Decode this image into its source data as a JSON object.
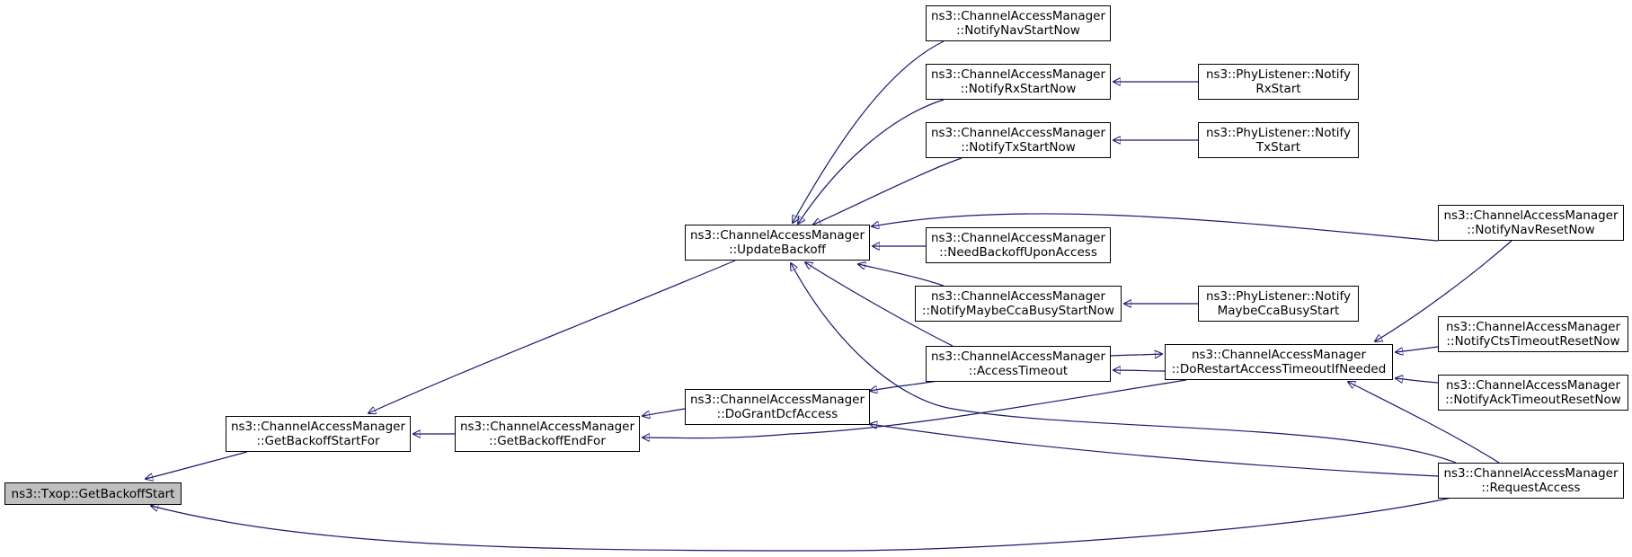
{
  "diagram": {
    "title": "",
    "edge_color": "#191970",
    "root_fill": "#bfbfbf",
    "nodes": [
      {
        "id": "n0",
        "lines": [
          "ns3::Txop::GetBackoffStart"
        ],
        "root": true
      },
      {
        "id": "n1",
        "lines": [
          "ns3::ChannelAccessManager",
          "::GetBackoffStartFor"
        ]
      },
      {
        "id": "n2",
        "lines": [
          "ns3::ChannelAccessManager",
          "::GetBackoffEndFor"
        ]
      },
      {
        "id": "n3",
        "lines": [
          "ns3::ChannelAccessManager",
          "::UpdateBackoff"
        ]
      },
      {
        "id": "n4",
        "lines": [
          "ns3::ChannelAccessManager",
          "::DoGrantDcfAccess"
        ]
      },
      {
        "id": "n5",
        "lines": [
          "ns3::ChannelAccessManager",
          "::NotifyNavStartNow"
        ]
      },
      {
        "id": "n6",
        "lines": [
          "ns3::ChannelAccessManager",
          "::NotifyRxStartNow"
        ]
      },
      {
        "id": "n7",
        "lines": [
          "ns3::ChannelAccessManager",
          "::NotifyTxStartNow"
        ]
      },
      {
        "id": "n8",
        "lines": [
          "ns3::ChannelAccessManager",
          "::NeedBackoffUponAccess"
        ]
      },
      {
        "id": "n9",
        "lines": [
          "ns3::ChannelAccessManager",
          "::NotifyMaybeCcaBusyStartNow"
        ]
      },
      {
        "id": "n10",
        "lines": [
          "ns3::ChannelAccessManager",
          "::AccessTimeout"
        ]
      },
      {
        "id": "n11",
        "lines": [
          "ns3::PhyListener::Notify",
          "RxStart"
        ]
      },
      {
        "id": "n12",
        "lines": [
          "ns3::PhyListener::Notify",
          "TxStart"
        ]
      },
      {
        "id": "n13",
        "lines": [
          "ns3::PhyListener::Notify",
          "MaybeCcaBusyStart"
        ]
      },
      {
        "id": "n14",
        "lines": [
          "ns3::ChannelAccessManager",
          "::DoRestartAccessTimeoutIfNeeded"
        ]
      },
      {
        "id": "n15",
        "lines": [
          "ns3::ChannelAccessManager",
          "::NotifyNavResetNow"
        ]
      },
      {
        "id": "n16",
        "lines": [
          "ns3::ChannelAccessManager",
          "::NotifyCtsTimeoutResetNow"
        ]
      },
      {
        "id": "n17",
        "lines": [
          "ns3::ChannelAccessManager",
          "::NotifyAckTimeoutResetNow"
        ]
      },
      {
        "id": "n18",
        "lines": [
          "ns3::ChannelAccessManager",
          "::RequestAccess"
        ]
      }
    ],
    "edges": [
      [
        "n1",
        "n0"
      ],
      [
        "n18",
        "n0"
      ],
      [
        "n3",
        "n1"
      ],
      [
        "n2",
        "n1"
      ],
      [
        "n4",
        "n2"
      ],
      [
        "n14",
        "n2"
      ],
      [
        "n5",
        "n3"
      ],
      [
        "n6",
        "n3"
      ],
      [
        "n7",
        "n3"
      ],
      [
        "n15",
        "n3"
      ],
      [
        "n8",
        "n3"
      ],
      [
        "n9",
        "n3"
      ],
      [
        "n10",
        "n3"
      ],
      [
        "n18",
        "n3"
      ],
      [
        "n10",
        "n4"
      ],
      [
        "n18",
        "n4"
      ],
      [
        "n11",
        "n6"
      ],
      [
        "n12",
        "n7"
      ],
      [
        "n13",
        "n9"
      ],
      [
        "n14",
        "n10"
      ],
      [
        "n10",
        "n14"
      ],
      [
        "n15",
        "n14"
      ],
      [
        "n16",
        "n14"
      ],
      [
        "n17",
        "n14"
      ],
      [
        "n18",
        "n14"
      ]
    ]
  }
}
